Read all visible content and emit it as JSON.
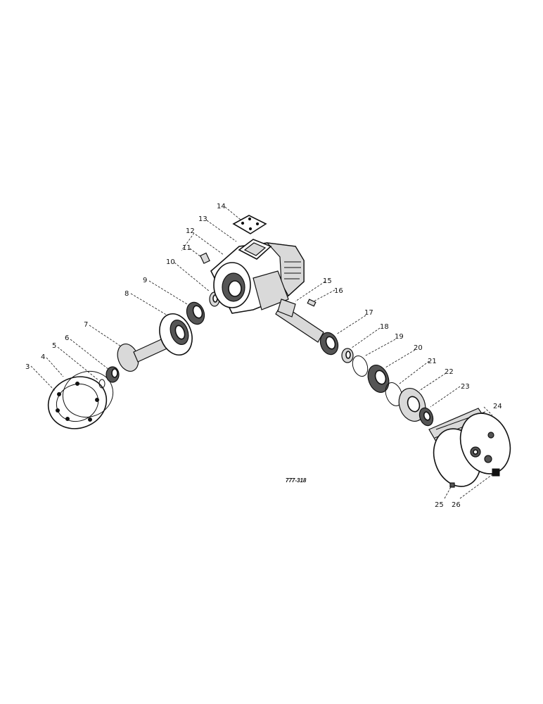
{
  "diagram": {
    "callouts": [
      "3",
      "4",
      "5",
      "6",
      "7",
      "8",
      "9",
      "10",
      "11",
      "12",
      "13",
      "14",
      "15",
      "16",
      "17",
      "18",
      "19",
      "20",
      "21",
      "22",
      "23",
      "24",
      "25",
      "26"
    ],
    "reference_code": "777-318"
  }
}
